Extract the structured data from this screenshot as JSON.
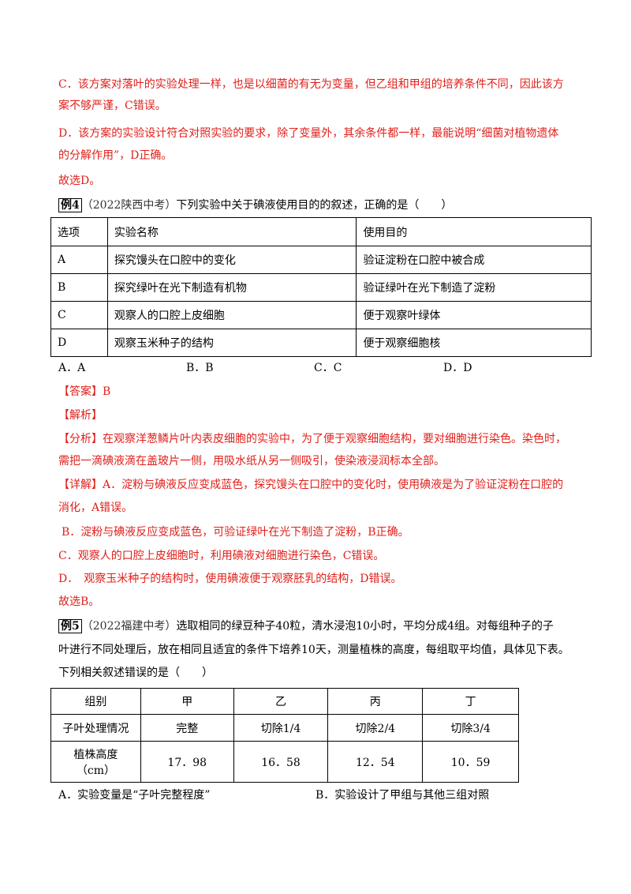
{
  "prev": {
    "c_line1": "C．该方案对落叶的实验处理一样，也是以细菌的有无为变量，但乙组和甲组的培养条件不同，因此该方",
    "c_line2": "案不够严谨，C错误。",
    "d_line1": "D．该方案的实验设计符合对照实验的要求，除了变量外，其余条件都一样，最能说明“细菌对植物遗体",
    "d_line2": "的分解作用”，D正确。",
    "conclusion": "故选D。"
  },
  "ex4": {
    "tag": "例4",
    "source": "（2022陕西中考）",
    "question": "下列实验中关于碘液使用目的的叙述，正确的是（　　）",
    "table": {
      "headers": [
        "选项",
        "实验名称",
        "使用目的"
      ],
      "rows": [
        [
          "A",
          "探究馒头在口腔中的变化",
          "验证淀粉在口腔中被合成"
        ],
        [
          "B",
          "探究绿叶在光下制造有机物",
          "验证绿叶在光下制造了淀粉"
        ],
        [
          "C",
          "观察人的口腔上皮细胞",
          "便于观察叶绿体"
        ],
        [
          "D",
          "观察玉米种子的结构",
          "便于观察细胞核"
        ]
      ]
    },
    "options": [
      "A．A",
      "B．B",
      "C．C",
      "D．D"
    ],
    "answer": "【答案】B",
    "analysis_title": "【解析】",
    "analysis_line1": "【分析】在观察洋葱鳞片叶内表皮细胞的实验中，为了便于观察细胞结构，要对细胞进行染色。染色时，",
    "analysis_line2": "需把一滴碘液滴在盖玻片一侧，用吸水纸从另一侧吸引，使染液浸润标本全部。",
    "detail_a_line1": "【详解】A．淀粉与碘液反应变成蓝色，探究馒头在口腔中的变化时，使用碘液是为了验证淀粉在口腔的",
    "detail_a_line2": "消化，A错误。",
    "detail_b": "B．淀粉与碘液反应变成蓝色，可验证绿叶在光下制造了淀粉，B正确。",
    "detail_c": "C．观察人的口腔上皮细胞时，利用碘液对细胞进行染色，C错误。",
    "detail_d": "D．　观察玉米种子的结构时，使用碘液便于观察胚乳的结构，D错误。",
    "conclusion": "故选B。"
  },
  "ex5": {
    "tag": "例5",
    "source": "（2022福建中考）",
    "line1": "选取相同的绿豆种子40粒，清水浸泡10小时，平均分成4组。对每组种子的子",
    "line2": "叶进行不同处理后，放在相同且适宜的条件下培养10天，测量植株的高度，每组取平均值，具体见下表。",
    "line3": "下列相关叙述错误的是（　　）",
    "table": {
      "headers": [
        "组别",
        "甲",
        "乙",
        "丙",
        "丁"
      ],
      "row1": [
        "子叶处理情况",
        "完整",
        "切除1/4",
        "切除2/4",
        "切除3/4"
      ],
      "row2_label_line1": "植株高度",
      "row2_label_line2": "（cm）",
      "row2_values": [
        "17．98",
        "16．58",
        "12．54",
        "10．59"
      ]
    },
    "option_a": "A．实验变量是“子叶完整程度”",
    "option_b": "B．实验设计了甲组与其他三组对照"
  }
}
